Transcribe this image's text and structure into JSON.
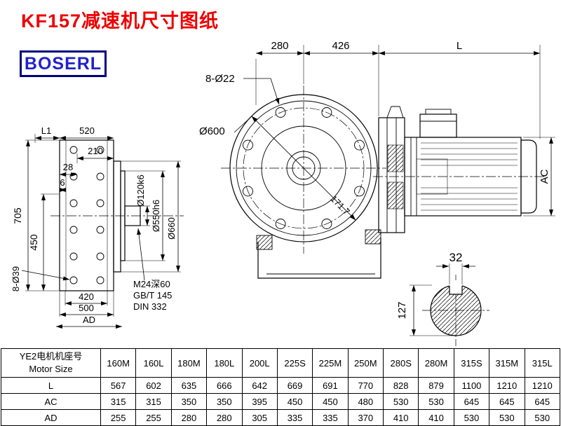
{
  "title": "KF157减速机尺寸图纸",
  "brand": "BOSERL",
  "front_view": {
    "dim_280": "280",
    "dim_426": "426",
    "dim_L": "L",
    "bolt_label": "8-Ø22",
    "flange_dia": "Ø600",
    "diag_dim": "171.7",
    "dim_AC": "AC"
  },
  "side_view": {
    "dim_L1": "L1",
    "dim_520": "520",
    "dim_210": "210",
    "dim_28": "28",
    "dim_6": "6",
    "dim_705": "705",
    "dim_450": "450",
    "holes_label": "8-Ø39",
    "dim_420": "420",
    "dim_500": "500",
    "dim_AD": "AD",
    "shaft_dia": "Ø120k6",
    "spigot_dia": "Ø550h6",
    "flange_dia": "Ø660",
    "thread_note": "M24深60",
    "standard_1": "GB/T 145",
    "standard_2": "DIN 332"
  },
  "shaft_section": {
    "dim_32": "32",
    "dim_127": "127"
  },
  "table": {
    "header_cn": "YE2电机机座号",
    "header_en": "Motor Size",
    "columns": [
      "160M",
      "160L",
      "180M",
      "180L",
      "200L",
      "225S",
      "225M",
      "250M",
      "280S",
      "280M",
      "315S",
      "315M",
      "315L"
    ],
    "rows": [
      {
        "label": "L",
        "values": [
          "567",
          "602",
          "635",
          "666",
          "642",
          "669",
          "691",
          "770",
          "828",
          "879",
          "1100",
          "1210",
          "1210"
        ]
      },
      {
        "label": "AC",
        "values": [
          "315",
          "315",
          "350",
          "350",
          "395",
          "450",
          "450",
          "480",
          "530",
          "530",
          "645",
          "645",
          "645"
        ]
      },
      {
        "label": "AD",
        "values": [
          "255",
          "255",
          "280",
          "280",
          "305",
          "335",
          "335",
          "370",
          "410",
          "410",
          "530",
          "530",
          "530"
        ]
      }
    ]
  },
  "colors": {
    "title_red": "#ee0000",
    "brand_blue": "#2222cc",
    "line_black": "#000000"
  }
}
